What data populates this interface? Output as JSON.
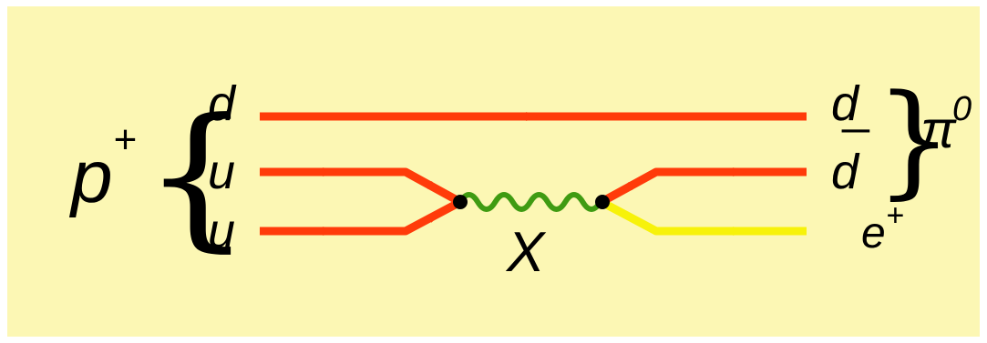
{
  "diagram": {
    "background": "#fcf7b4",
    "colors": {
      "quark": "#ff3b0a",
      "boson": "#3f9b12",
      "positron": "#f7f20a",
      "vertex": "#000000"
    },
    "labels": {
      "proton": "p",
      "proton_charge": "+",
      "quark_top": "d",
      "quark_mid": "u",
      "quark_bottom": "u",
      "out_top": "d",
      "out_mid": "d",
      "out_mid_bar": "¯",
      "pion": "π",
      "pion_charge": "0",
      "positron": "e",
      "positron_charge": "+",
      "boson": "X"
    },
    "left_brace": "{",
    "right_brace": "}"
  }
}
